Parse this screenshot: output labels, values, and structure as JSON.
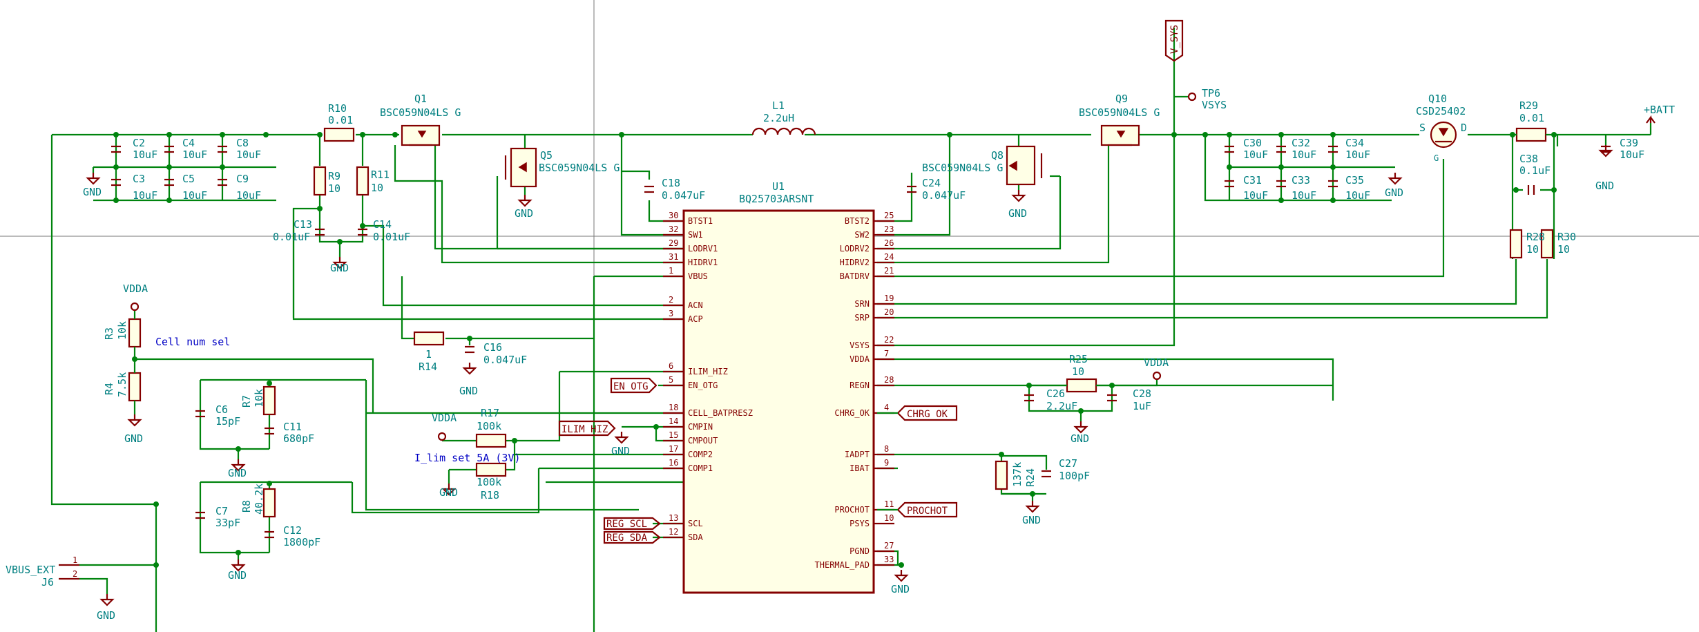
{
  "colors": {
    "wire": "#00840e",
    "part": "#840000",
    "text": "#007f80",
    "note": "#0000c4",
    "background": "#ffffff"
  },
  "ic": {
    "ref": "U1",
    "value": "BQ25703ARSNT",
    "left_pins": [
      {
        "num": "30",
        "name": "BTST1"
      },
      {
        "num": "32",
        "name": "SW1"
      },
      {
        "num": "29",
        "name": "LODRV1"
      },
      {
        "num": "31",
        "name": "HIDRV1"
      },
      {
        "num": "1",
        "name": "VBUS"
      },
      {
        "num": "2",
        "name": "ACN"
      },
      {
        "num": "3",
        "name": "ACP"
      },
      {
        "num": "6",
        "name": "ILIM_HIZ"
      },
      {
        "num": "5",
        "name": "EN_OTG"
      },
      {
        "num": "18",
        "name": "CELL_BATPRESZ"
      },
      {
        "num": "14",
        "name": "CMPIN"
      },
      {
        "num": "15",
        "name": "CMPOUT"
      },
      {
        "num": "17",
        "name": "COMP2"
      },
      {
        "num": "16",
        "name": "COMP1"
      },
      {
        "num": "13",
        "name": "SCL"
      },
      {
        "num": "12",
        "name": "SDA"
      }
    ],
    "right_pins": [
      {
        "num": "25",
        "name": "BTST2"
      },
      {
        "num": "23",
        "name": "SW2"
      },
      {
        "num": "26",
        "name": "LODRV2"
      },
      {
        "num": "24",
        "name": "HIDRV2"
      },
      {
        "num": "21",
        "name": "BATDRV"
      },
      {
        "num": "19",
        "name": "SRN"
      },
      {
        "num": "20",
        "name": "SRP"
      },
      {
        "num": "22",
        "name": "VSYS"
      },
      {
        "num": "7",
        "name": "VDDA"
      },
      {
        "num": "28",
        "name": "REGN"
      },
      {
        "num": "4",
        "name": "CHRG_OK"
      },
      {
        "num": "8",
        "name": "IADPT"
      },
      {
        "num": "9",
        "name": "IBAT"
      },
      {
        "num": "11",
        "name": "PROCHOT"
      },
      {
        "num": "10",
        "name": "PSYS"
      },
      {
        "num": "27",
        "name": "PGND"
      },
      {
        "num": "33",
        "name": "THERMAL_PAD"
      }
    ]
  },
  "refs": {
    "C2": "C2",
    "C3": "C3",
    "C4": "C4",
    "C5": "C5",
    "C8": "C8",
    "C9": "C9",
    "R10": "R10",
    "Q1": "Q1",
    "R9": "R9",
    "R11": "R11",
    "C13": "C13",
    "C14": "C14",
    "Q5": "Q5",
    "L1": "L1",
    "C18": "C18",
    "C24": "C24",
    "Q8": "Q8",
    "Q9": "Q9",
    "TP6": "TP6",
    "C30": "C30",
    "C31": "C31",
    "C32": "C32",
    "C33": "C33",
    "C34": "C34",
    "C35": "C35",
    "Q10": "Q10",
    "R29": "R29",
    "C38": "C38",
    "R28": "R28",
    "R30": "R30",
    "C39": "C39",
    "R3": "R3",
    "R4": "R4",
    "R14": "R14",
    "C16": "C16",
    "C6": "C6",
    "R7": "R7",
    "C11": "C11",
    "R17": "R17",
    "R18": "R18",
    "C7": "C7",
    "R8": "R8",
    "C12": "C12",
    "R25": "R25",
    "C26": "C26",
    "C28": "C28",
    "R24": "R24",
    "C27": "C27",
    "J6": "J6"
  },
  "values": {
    "c10u": "10uF",
    "R10": "0.01",
    "mosfet": "BSC059N04LS G",
    "R9": "10",
    "R11": "10",
    "C13": "0.01uF",
    "C14": "0.01uF",
    "L1": "2.2uH",
    "C18": "0.047uF",
    "C24": "0.047uF",
    "Q10": "CSD25402",
    "R29": "0.01",
    "C38": "0.1uF",
    "R28": "10",
    "R30": "10",
    "R3": "10k",
    "R4": "7.5k",
    "R14": "1",
    "C16": "0.047uF",
    "C6": "15pF",
    "R7": "10k",
    "C11": "680pF",
    "R17": "100k",
    "R18": "100k",
    "C7": "33pF",
    "R8": "40.2k",
    "C12": "1800pF",
    "R25": "10",
    "C26": "2.2uF",
    "C28": "1uF",
    "R24": "137k",
    "C27": "100pF",
    "TP6": "VSYS"
  },
  "labels": {
    "gnd": "GND",
    "vdda": "VDDA",
    "vbus_ext": "VBUS_EXT",
    "batt": "+BATT",
    "v_sys": "V_SYS",
    "j6_pin1": "1",
    "j6_pin2": "2",
    "q10_s": "S",
    "q10_d": "D",
    "q10_g": "G"
  },
  "netlabels": {
    "en_otg": "EN_OTG",
    "ilim_hiz": "ILIM_HIZ",
    "reg_scl": "REG_SCL",
    "reg_sda": "REG_SDA",
    "chrg_ok": "CHRG_OK",
    "prochot": "PROCHOT"
  },
  "notes": {
    "cell": "Cell num sel",
    "ilim": "I_lim set 5A (3V)"
  }
}
